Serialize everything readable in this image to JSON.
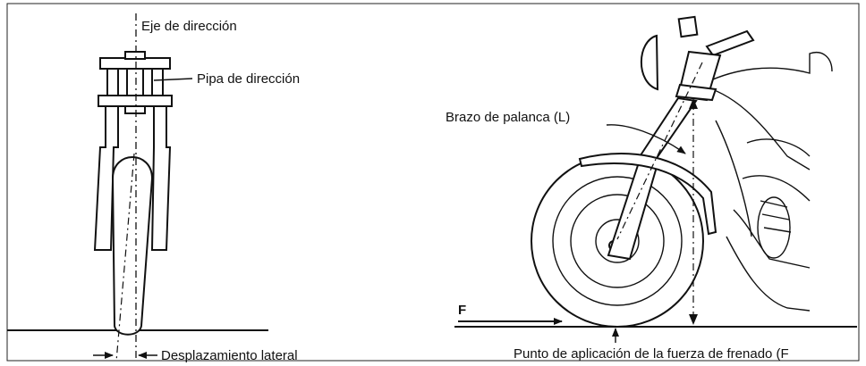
{
  "labels": {
    "steering_axis": "Eje de dirección",
    "steering_head": "Pipa de dirección",
    "lateral_offset": "Desplazamiento lateral",
    "lever_arm": "Brazo de palanca (L)",
    "force": "F",
    "braking_point": "Punto de aplicación de la fuerza de frenado (F"
  }
}
